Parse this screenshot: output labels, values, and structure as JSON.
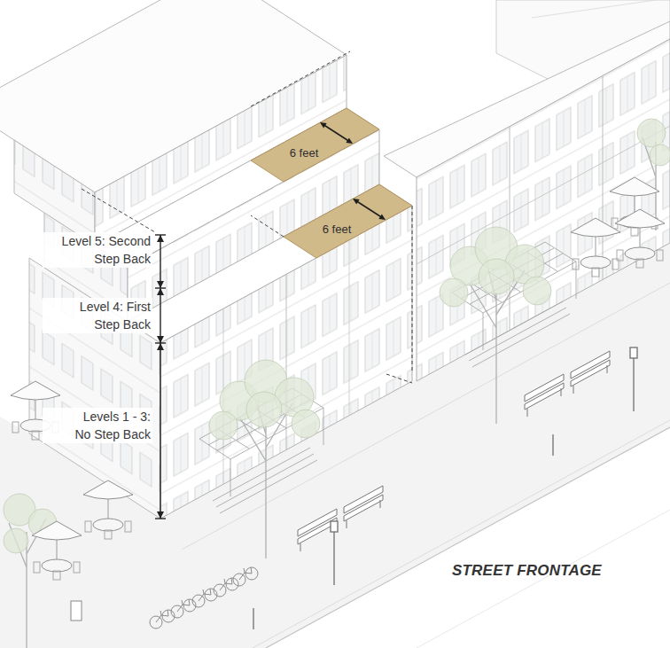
{
  "diagram": {
    "nodes": [
      {
        "text": [
          "6 feet"
        ]
      },
      {
        "text": [
          "6 feet"
        ]
      }
    ],
    "labels": [
      "Level 5: Second Step Back",
      "Level 4: First Step Back",
      "Levels 1 - 3: No Step Back",
      "STREET FRONTAGE"
    ]
  }
}
